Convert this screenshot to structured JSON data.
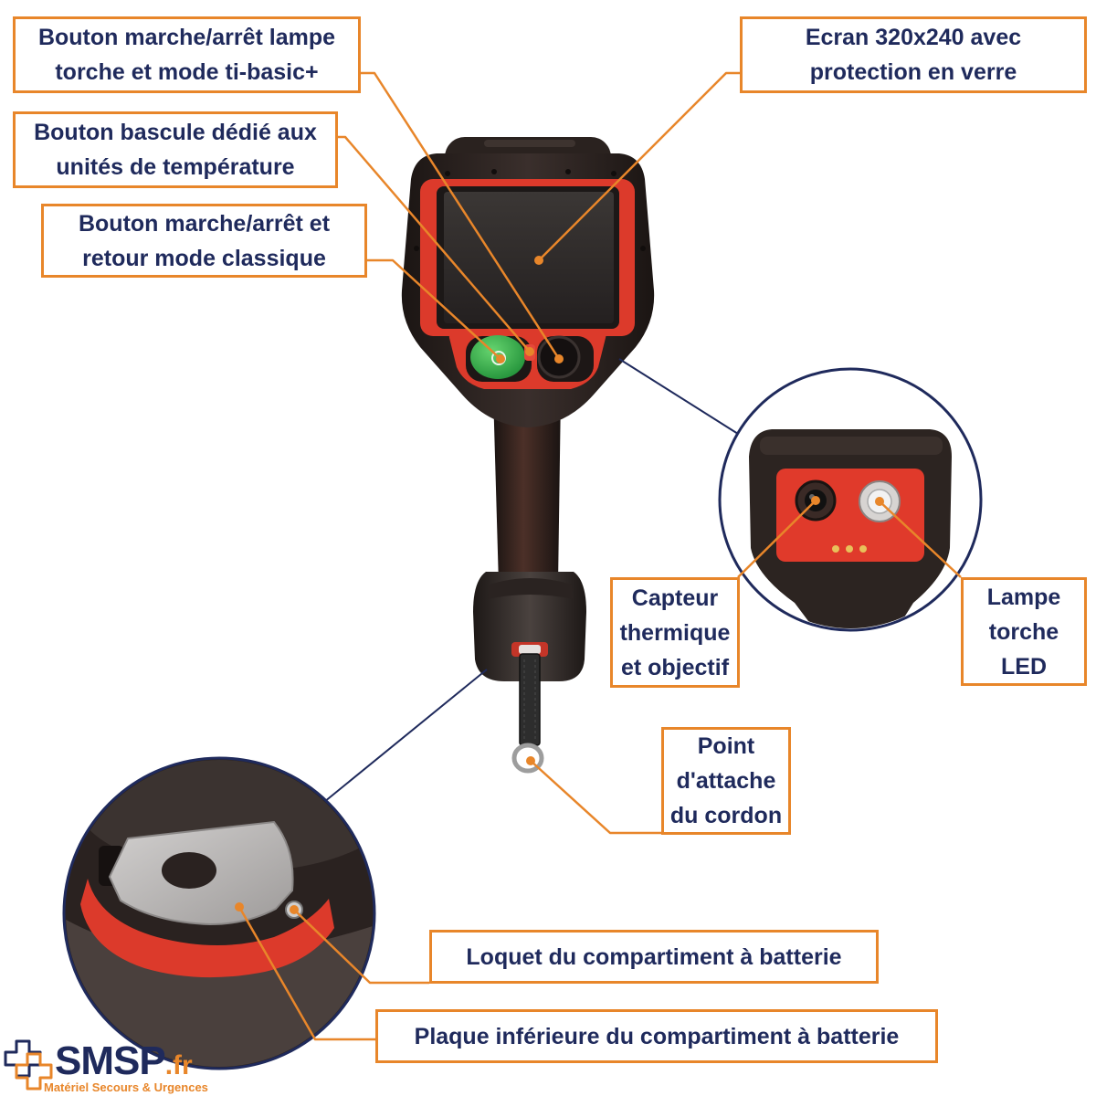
{
  "colors": {
    "accent": "#E8862A",
    "text": "#1F2A5C",
    "connector": "#1F2A5C",
    "device_red": "#DC3A2B",
    "power_button_green": "#3BB54A"
  },
  "callouts": {
    "torch_button": {
      "lines": [
        "Bouton marche/arrêt lampe",
        "torche et mode ti-basic+"
      ]
    },
    "screen": {
      "lines": [
        "Ecran 320x240 avec",
        "protection en verre"
      ]
    },
    "unit_toggle": {
      "lines": [
        "Bouton bascule dédié aux",
        "unités de température"
      ]
    },
    "power_button": {
      "lines": [
        "Bouton marche/arrêt et",
        "retour mode classique"
      ]
    },
    "thermal_sensor": {
      "lines": [
        "Capteur",
        "thermique",
        "et objectif"
      ]
    },
    "led_torch": {
      "lines": [
        "Lampe",
        "torche",
        "LED"
      ]
    },
    "lanyard_point": {
      "lines": [
        "Point",
        "d'attache",
        "du cordon"
      ]
    },
    "battery_latch": {
      "lines": [
        "Loquet du compartiment à batterie"
      ]
    },
    "battery_plate": {
      "lines": [
        "Plaque inférieure du compartiment à batterie"
      ]
    }
  },
  "logo": {
    "icon": "medical-cross-icon",
    "name": "SMSP",
    "suffix": ".fr",
    "tagline": "Matériel Secours & Urgences"
  }
}
